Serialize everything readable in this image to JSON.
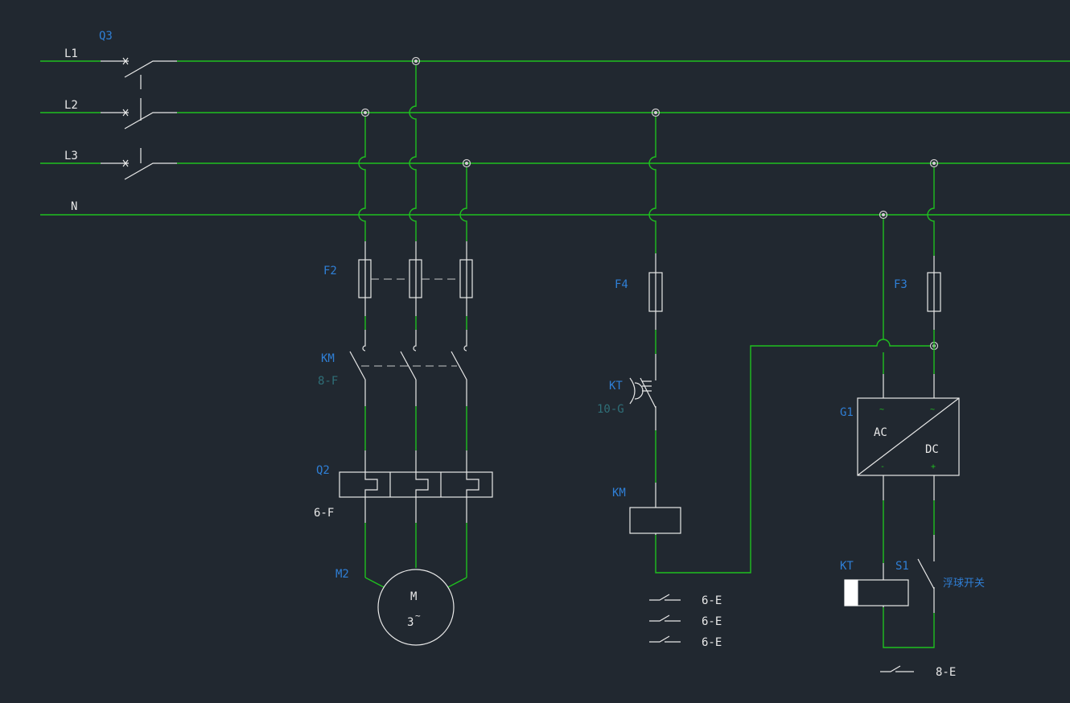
{
  "diagram": {
    "lines": {
      "l1": "L1",
      "l2": "L2",
      "l3": "L3",
      "n": "N"
    },
    "components": {
      "q3": "Q3",
      "f2": "F2",
      "km_contacts": "KM",
      "km_ref": "8-F",
      "q2": "Q2",
      "q2_ref": "6-F",
      "m2": "M2",
      "motor_m": "M",
      "motor_3": "3",
      "motor_tilde": "~",
      "f4": "F4",
      "kt_contact": "KT",
      "kt_ref": "10-G",
      "km_coil": "KM",
      "f3": "F3",
      "g1": "G1",
      "ac": "AC",
      "dc": "DC",
      "ac_tilde_left": "~",
      "ac_tilde_right": "~",
      "dc_minus": "-",
      "dc_plus": "+",
      "kt_coil": "KT",
      "s1": "S1",
      "float_switch": "浮球开关"
    },
    "contact_refs": [
      "6-E",
      "6-E",
      "6-E"
    ],
    "kt_contact_ref": "8-E"
  },
  "colors": {
    "background": "#212830",
    "wire": "#1fbf1f",
    "component": "#e8e8e8",
    "label": "#2f7fd6",
    "ref_label": "#2f6f78"
  }
}
